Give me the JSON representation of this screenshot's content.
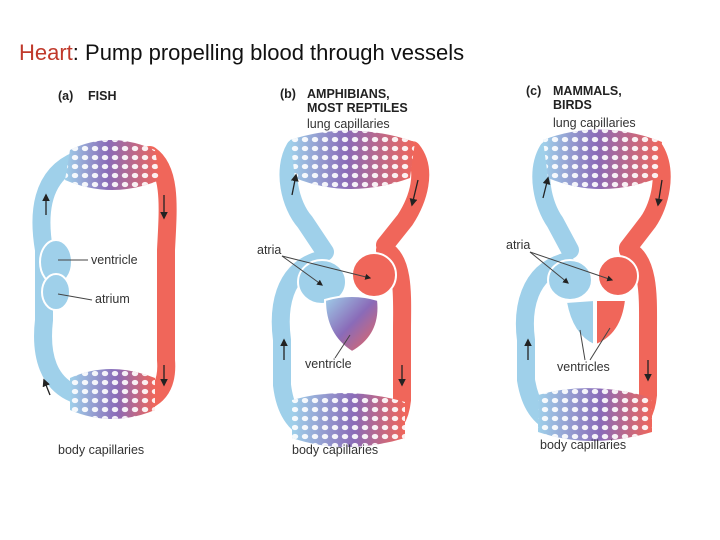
{
  "title": {
    "main": "Heart",
    "rest": ":  Pump propelling blood through vessels"
  },
  "panels": [
    {
      "letter": "(a)",
      "title_lines": [
        "FISH"
      ],
      "top_label": "",
      "labels": [
        "ventricle",
        "atrium"
      ],
      "bottom_label": "body capillaries"
    },
    {
      "letter": "(b)",
      "title_lines": [
        "AMPHIBIANS,",
        "MOST REPTILES"
      ],
      "top_label": "lung capillaries",
      "labels": [
        "atria",
        "ventricle"
      ],
      "bottom_label": "body capillaries"
    },
    {
      "letter": "(c)",
      "title_lines": [
        "MAMMALS,",
        "BIRDS"
      ],
      "top_label": "lung capillaries",
      "labels": [
        "atria",
        "ventricles"
      ],
      "bottom_label": "body capillaries"
    }
  ],
  "colors": {
    "oxygenated": "#f0665a",
    "deoxygenated": "#9fd0ea",
    "mixed": "#8a6bb8",
    "title_accent": "#c0392b"
  }
}
